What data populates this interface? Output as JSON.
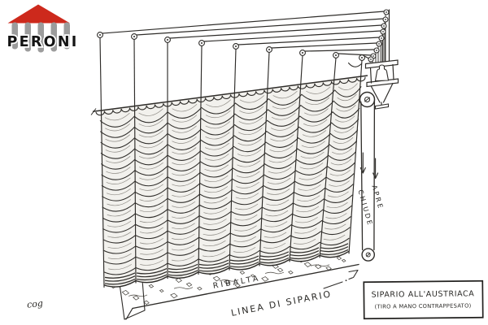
{
  "logo": {
    "brand": "PERONI",
    "icon": "temple-logo",
    "roof_color": "#cd291c",
    "column_color": "#9c9c9c",
    "text_color": "#141414"
  },
  "diagram": {
    "ink_color": "#2e2c29",
    "shade_color": "#8f8c86",
    "curtain_fill": "#f2f1ed",
    "num_swag_columns": 8,
    "num_lift_cords": 9,
    "labels": {
      "ribalta": "RIBALTA",
      "linea_di_sipario": "LINEA DI SIPARIO",
      "chiude": "CHIUDE",
      "apre": "APRE"
    },
    "caption": {
      "title": "SIPARIO ALL'AUSTRIACA",
      "subtitle": "(TIRO A MANO CONTRAPPESATO)"
    },
    "signature": "cog"
  }
}
